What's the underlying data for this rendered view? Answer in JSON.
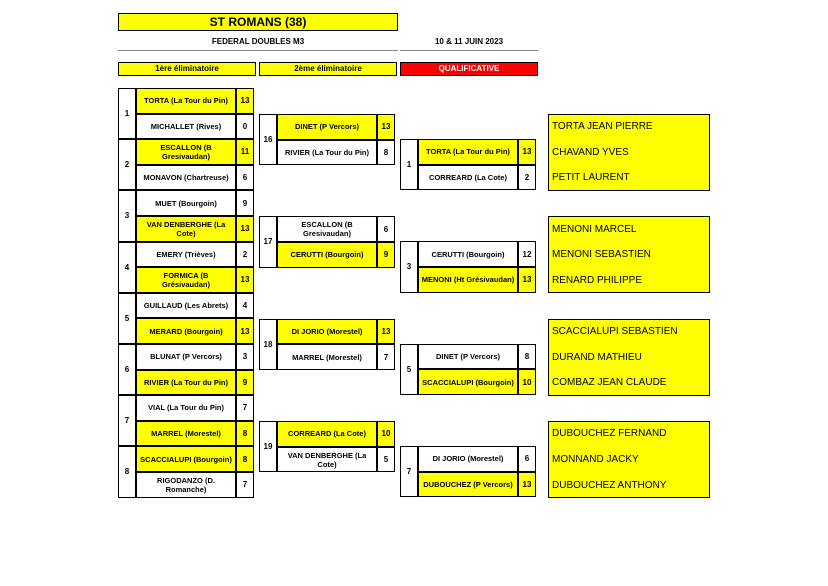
{
  "header": {
    "title": "ST ROMANS (38)",
    "competition": "FEDERAL DOUBLES M3",
    "dates": "10 & 11 JUIN 2023"
  },
  "rounds": {
    "r1": "1ère éliminatoire",
    "r2": "2ème éliminatoire",
    "r3": "QUALIFICATIVE"
  },
  "round1": [
    {
      "num": "1",
      "a": {
        "name": "TORTA (La Tour du Pin)",
        "score": "13"
      },
      "b": {
        "name": "MICHALLET (Rives)",
        "score": "0"
      }
    },
    {
      "num": "2",
      "a": {
        "name": "ESCALLON (B Gresivaudan)",
        "score": "11"
      },
      "b": {
        "name": "MONAVON (Chartreuse)",
        "score": "6"
      }
    },
    {
      "num": "3",
      "a": {
        "name": "MUET (Bourgoin)",
        "score": "9"
      },
      "b": {
        "name": "VAN DENBERGHE (La Cote)",
        "score": "13"
      }
    },
    {
      "num": "4",
      "a": {
        "name": "EMERY (Trièves)",
        "score": "2"
      },
      "b": {
        "name": "FORMICA (B Grésivaudan)",
        "score": "13"
      }
    },
    {
      "num": "5",
      "a": {
        "name": "GUILLAUD (Les Abrets)",
        "score": "4"
      },
      "b": {
        "name": "MERARD (Bourgoin)",
        "score": "13"
      }
    },
    {
      "num": "6",
      "a": {
        "name": "BLUNAT (P Vercors)",
        "score": "3"
      },
      "b": {
        "name": "RIVIER (La Tour du Pin)",
        "score": "9"
      }
    },
    {
      "num": "7",
      "a": {
        "name": "VIAL (La Tour du Pin)",
        "score": "7"
      },
      "b": {
        "name": "MARREL (Morestel)",
        "score": "8"
      }
    },
    {
      "num": "8",
      "a": {
        "name": "SCACCIALUPI (Bourgoin)",
        "score": "8"
      },
      "b": {
        "name": "RIGODANZO (D. Romanche)",
        "score": "7"
      }
    }
  ],
  "round2": [
    {
      "num": "16",
      "a": {
        "name": "DINET (P Vercors)",
        "score": "13"
      },
      "b": {
        "name": "RIVIER (La Tour du Pin)",
        "score": "8"
      }
    },
    {
      "num": "17",
      "a": {
        "name": "ESCALLON (B Gresivaudan)",
        "score": "6"
      },
      "b": {
        "name": "CERUTTI (Bourgoin)",
        "score": "9"
      }
    },
    {
      "num": "18",
      "a": {
        "name": "DI JORIO (Morestel)",
        "score": "13"
      },
      "b": {
        "name": "MARREL (Morestel)",
        "score": "7"
      }
    },
    {
      "num": "19",
      "a": {
        "name": "CORREARD (La Cote)",
        "score": "10"
      },
      "b": {
        "name": "VAN DENBERGHE (La Cote)",
        "score": "5"
      }
    }
  ],
  "round3": [
    {
      "num": "1",
      "a": {
        "name": "TORTA (La Tour du Pin)",
        "score": "13"
      },
      "b": {
        "name": "CORREARD (La Cote)",
        "score": "2"
      }
    },
    {
      "num": "3",
      "a": {
        "name": "CERUTTI (Bourgoin)",
        "score": "12"
      },
      "b": {
        "name": "MENONI (Ht Grésivaudan)",
        "score": "13"
      }
    },
    {
      "num": "5",
      "a": {
        "name": "DINET (P Vercors)",
        "score": "8"
      },
      "b": {
        "name": "SCACCIALUPI (Bourgoin)",
        "score": "10"
      }
    },
    {
      "num": "7",
      "a": {
        "name": "DI JORIO (Morestel)",
        "score": "6"
      },
      "b": {
        "name": "DUBOUCHEZ (P Vercors)",
        "score": "13"
      }
    }
  ],
  "qualified": [
    [
      "TORTA JEAN PIERRE",
      "CHAVAND YVES",
      "PETIT LAURENT"
    ],
    [
      "MENONI MARCEL",
      "MENONI SEBASTIEN",
      "RENARD PHILIPPE"
    ],
    [
      "SCACCIALUPI SEBASTIEN",
      "DURAND MATHIEU",
      "COMBAZ JEAN CLAUDE"
    ],
    [
      "DUBOUCHEZ FERNAND",
      "MONNAND JACKY",
      "DUBOUCHEZ ANTHONY"
    ]
  ]
}
